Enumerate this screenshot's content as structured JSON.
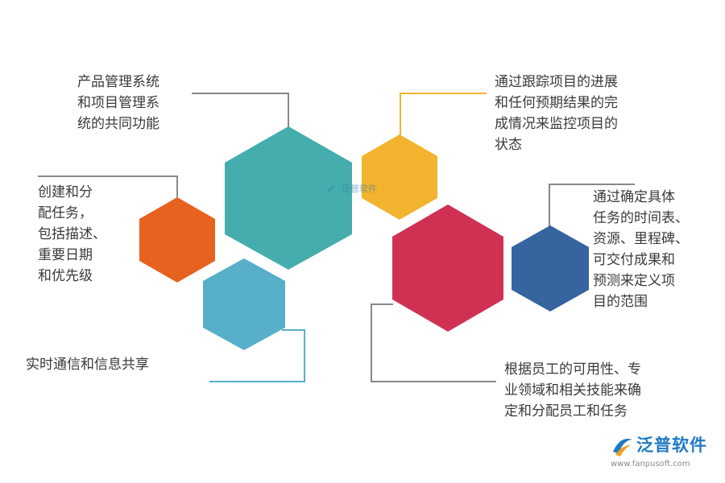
{
  "labels": {
    "product": "产品管理系统\n和项目管理系\n统的共同功能",
    "track": "通过跟踪项目的进展\n和任何预期结果的完\n成情况来监控项目的\n状态",
    "create": "创建和分\n配任务，\n包括描述、\n重要日期\n和优先级",
    "scope": "通过确定具体\n任务的时间表、\n资源、里程碑、\n可交付成果和\n预测来定义项\n目的范围",
    "comm": "实时通信和信息共享",
    "assign": "根据员工的可用性、专\n业领域和相关技能来确\n定和分配员工和任务"
  },
  "logo": {
    "name": "泛普软件",
    "url": "www.fanpusoft.com"
  },
  "watermark": {
    "text": "泛普软件"
  },
  "colors": {
    "teal": "#45ADAD",
    "orange": "#E8621F",
    "light_blue": "#57AFC9",
    "yellow": "#F2B42E",
    "crimson": "#CF3153",
    "navy": "#36649F",
    "line_gray": "#888888"
  }
}
